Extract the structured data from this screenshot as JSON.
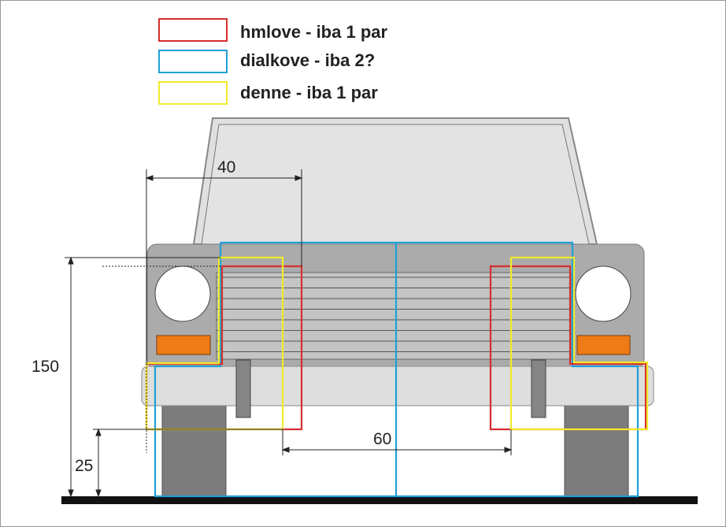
{
  "legend": [
    {
      "label": "hmlove - iba 1 par",
      "color": "#d62f2f"
    },
    {
      "label": "dialkove - iba 2?",
      "color": "#1f9fd6"
    },
    {
      "label": "denne - iba 1 par",
      "color": "#f2ea2a"
    }
  ],
  "dimensions": {
    "light_width": "40",
    "max_height": "150",
    "min_height": "25",
    "min_gap": "60"
  }
}
